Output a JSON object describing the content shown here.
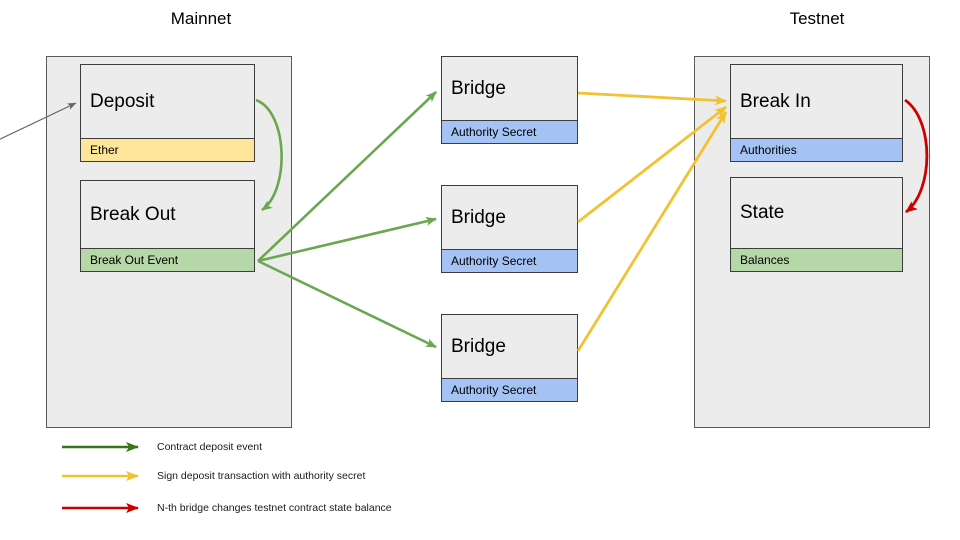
{
  "diagram": {
    "title_mainnet": "Mainnet",
    "title_testnet": "Testnet"
  },
  "mainnet": {
    "label": "Mainnet",
    "nodes": [
      {
        "title": "Deposit",
        "footer": "Ether",
        "footer_color": "#ffe599"
      },
      {
        "title": "Break Out",
        "footer": "Break Out Event",
        "footer_color": "#b6d7a8"
      }
    ]
  },
  "bridges": [
    {
      "title": "Bridge",
      "footer": "Authority Secret",
      "footer_color": "#a4c2f4"
    },
    {
      "title": "Bridge",
      "footer": "Authority Secret",
      "footer_color": "#a4c2f4"
    },
    {
      "title": "Bridge",
      "footer": "Authority Secret",
      "footer_color": "#a4c2f4"
    }
  ],
  "testnet": {
    "label": "Testnet",
    "nodes": [
      {
        "title": "Break In",
        "footer": "Authorities",
        "footer_color": "#a4c2f4"
      },
      {
        "title": "State",
        "footer": "Balances",
        "footer_color": "#b6d7a8"
      }
    ]
  },
  "legend": {
    "items": [
      {
        "label": "Contract deposit event",
        "color": "#38761d"
      },
      {
        "label": "Sign deposit transaction with authority secret",
        "color": "#f1c232"
      },
      {
        "label": "N-th bridge changes testnet contract state balance",
        "color": "#cc0000"
      }
    ]
  },
  "colors": {
    "panel_fill": "#ececec",
    "node_border": "#3d3d3d",
    "green_arrow": "#6aa84f",
    "green_legend": "#38761d",
    "yellow_arrow": "#f1c232",
    "red_arrow": "#cc0000",
    "gray_arrow": "#666666"
  }
}
